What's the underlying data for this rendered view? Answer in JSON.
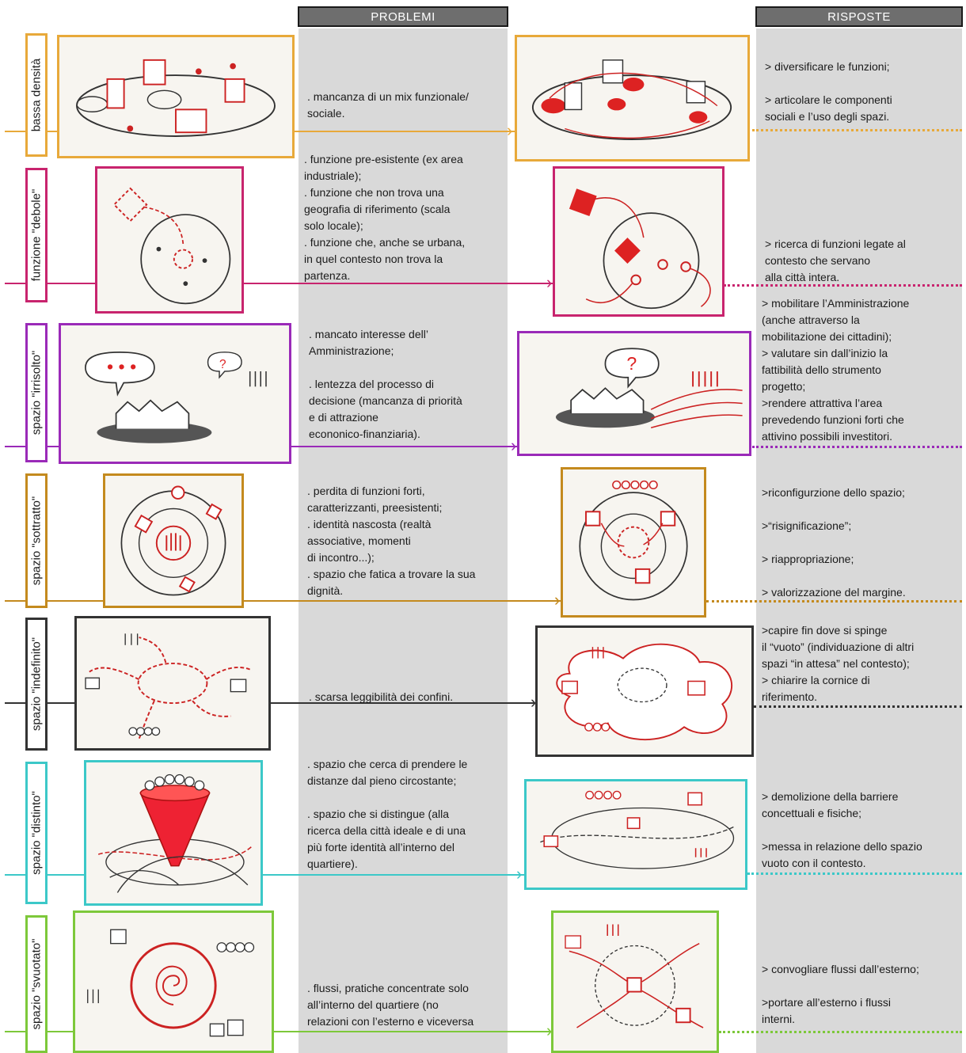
{
  "headers": {
    "problems": "PROBLEMI",
    "answers": "RISPOSTE"
  },
  "rows": [
    {
      "label": "bassa densità",
      "color": "#e8a93a",
      "problem": ". mancanza di un mix funzionale/\n  sociale.",
      "answer": "> diversificare le funzioni;\n\n> articolare le componenti\n   sociali e l’uso degli spazi."
    },
    {
      "label": "funzione \"debole\"",
      "color": "#c8246e",
      "problem": ". funzione pre-esistente (ex area\n  industriale);\n. funzione che non trova una\n  geografia di riferimento (scala\n  solo locale);\n. funzione che, anche se urbana,\n  in quel contesto non trova la\n  partenza.",
      "answer": "> ricerca di funzioni legate al\n   contesto che servano\n   alla città intera."
    },
    {
      "label": "spazio \"irrisolto\"",
      "color": "#9a2ab8",
      "problem": ". mancato interesse dell’\n  Amministrazione;\n\n. lentezza del processo di\n  decisione (mancanza di priorità\n  e di attrazione\n  econonico-finanziaria).",
      "answer": "> mobilitare l’Amministrazione\n(anche attraverso la\nmobilitazione dei cittadini);\n> valutare sin dall’inizio la\nfattibilità dello  strumento\nprogetto;\n>rendere attrattiva l’area\nprevedendo funzioni forti che\nattivino possibili investitori."
    },
    {
      "label": "spazio \"sottratto\"",
      "color": "#c48a1e",
      "problem": ". perdita di funzioni  forti,\n  caratterizzanti, preesistenti;\n. identità nascosta (realtà\n  associative, momenti\n  di incontro...);\n. spazio che fatica a trovare la sua\n  dignità.",
      "answer": ">riconfigurzione dello spazio;\n\n>“risignificazione”;\n\n> riappropriazione;\n\n> valorizzazione del margine."
    },
    {
      "label": "spazio \"indefinito\"",
      "color": "#333333",
      "problem": ". scarsa leggibilità dei confini.",
      "answer": ">capire fin dove si spinge\nil “vuoto” (individuazione di altri\nspazi “in attesa” nel contesto);\n> chiarire la cornice di\n   riferimento."
    },
    {
      "label": "spazio \"distinto\"",
      "color": "#3cc8c8",
      "problem": ". spazio che cerca di prendere le\n  distanze dal pieno circostante;\n\n. spazio che si distingue (alla\n  ricerca della città ideale e di una\n  più forte identità all’interno del\n  quartiere).",
      "answer": "> demolizione della barriere\n   concettuali e fisiche;\n\n>messa in relazione dello spazio\nvuoto con il contesto."
    },
    {
      "label": "spazio \"svuotato\"",
      "color": "#7dc83a",
      "problem": ". flussi, pratiche concentrate solo\n  all’interno  del quartiere (no\n  relazioni con l’esterno e viceversa",
      "answer": "> convogliare flussi dall’esterno;\n\n>portare all’esterno i flussi\n   interni."
    }
  ]
}
